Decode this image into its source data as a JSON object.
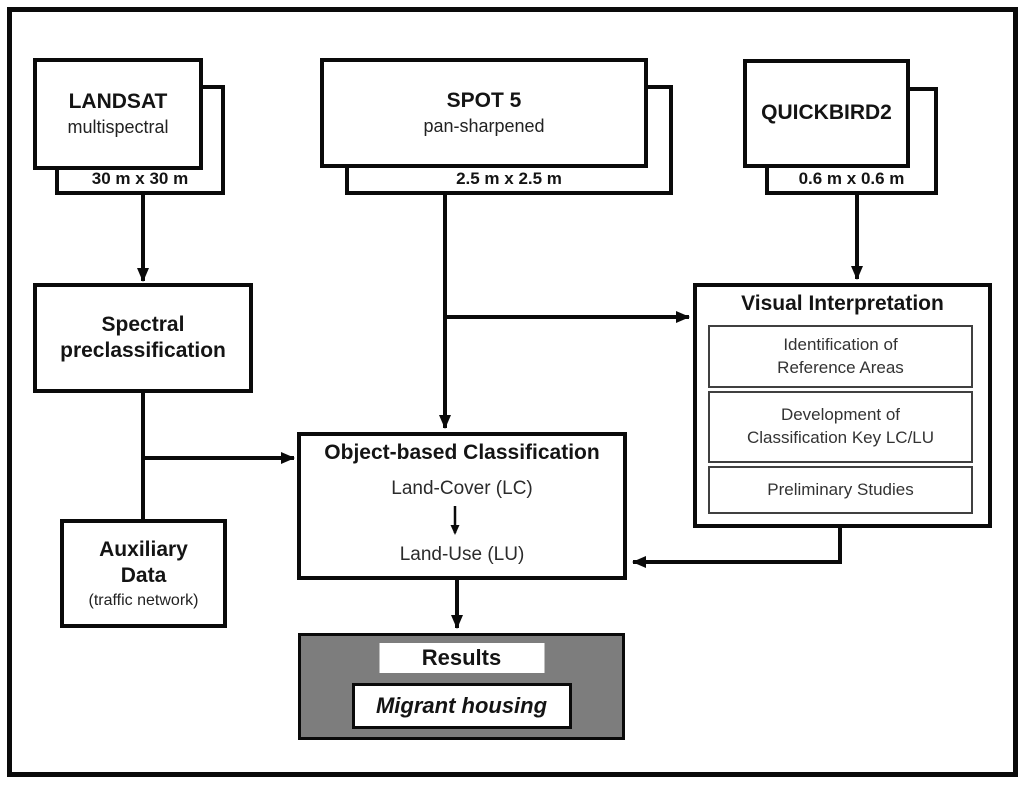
{
  "diagram": {
    "sources": {
      "landsat": {
        "title": "LANDSAT",
        "subtitle": "multispectral",
        "resolution": "30 m x 30 m"
      },
      "spot": {
        "title": "SPOT 5",
        "subtitle": "pan-sharpened",
        "resolution": "2.5 m x 2.5 m"
      },
      "quickbird": {
        "title": "QUICKBIRD2",
        "resolution": "0.6 m x 0.6 m"
      }
    },
    "spectral_preclassification": {
      "title": "Spectral\npreclassification"
    },
    "auxiliary_data": {
      "title": "Auxiliary\nData",
      "note": "(traffic network)"
    },
    "object_based_classification": {
      "title": "Object-based Classification",
      "land_cover": "Land-Cover (LC)",
      "land_use": "Land-Use (LU)"
    },
    "visual_interpretation": {
      "title": "Visual Interpretation",
      "steps": [
        "Identification of\nReference Areas",
        "Development of\nClassification Key LC/LU",
        "Preliminary Studies"
      ]
    },
    "results": {
      "title": "Results",
      "highlight": "Migrant housing"
    },
    "colors": {
      "box_border": "#0a0a0a",
      "substep_border": "#404040",
      "results_background": "#7d7d7d",
      "background": "#ffffff"
    }
  }
}
